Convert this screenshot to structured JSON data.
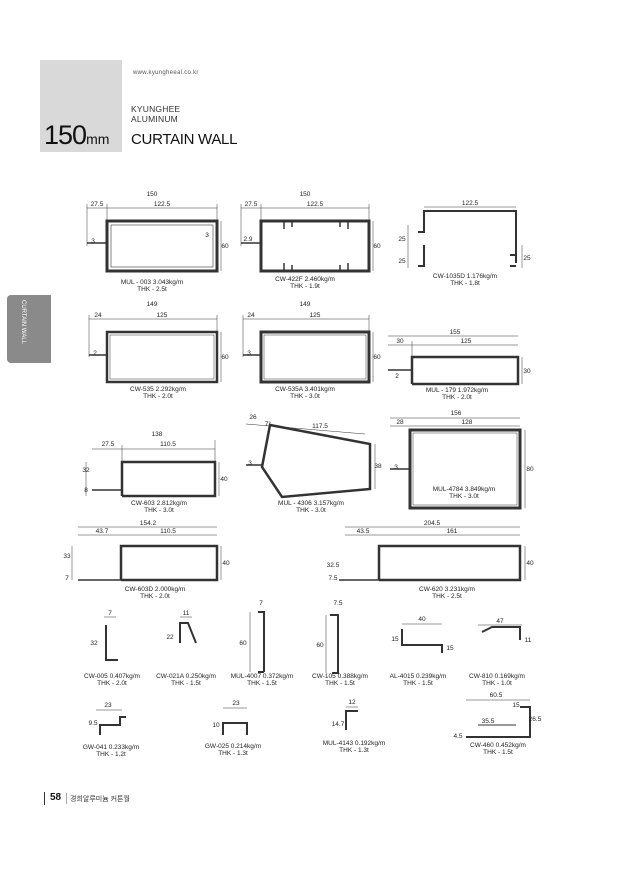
{
  "header": {
    "url": "www.kyungheeal.co.kr",
    "brand_line1": "KYUNGHEE",
    "brand_line2": "ALUMINUM",
    "size_number": "150",
    "size_unit": "mm",
    "title": "CURTAIN WALL"
  },
  "side_tab": {
    "label": "CURTAIN WALL"
  },
  "footer": {
    "page_number": "58",
    "company": "경희알루미늄 커튼월"
  },
  "profiles": [
    {
      "id": "mul003",
      "dims": [
        "150",
        "27.5",
        "122.5",
        "3",
        "3",
        "60"
      ],
      "name": "MUL - 003 3.043kg/m",
      "thk": "THK - 2.5t"
    },
    {
      "id": "cw422f",
      "dims": [
        "150",
        "27.5",
        "122.5",
        "2.9",
        "60"
      ],
      "name": "CW-422F 2.460kg/m",
      "thk": "THK - 1.9t"
    },
    {
      "id": "cw1035d",
      "dims": [
        "122.5",
        "25",
        "25",
        "25"
      ],
      "name": "CW-1035D 1.176kg/m",
      "thk": "THK - 1.8t"
    },
    {
      "id": "cw535",
      "dims": [
        "149",
        "24",
        "125",
        "2",
        "60"
      ],
      "name": "CW-535 2.292kg/m",
      "thk": "THK - 2.0t"
    },
    {
      "id": "cw535a",
      "dims": [
        "149",
        "24",
        "125",
        "3",
        "60"
      ],
      "name": "CW-535A 3.401kg/m",
      "thk": "THK - 3.0t"
    },
    {
      "id": "mul179",
      "dims": [
        "155",
        "30",
        "125",
        "2",
        "30"
      ],
      "name": "MUL - 179 1.972kg/m",
      "thk": "THK - 2.0t"
    },
    {
      "id": "cw603",
      "dims": [
        "138",
        "27.5",
        "110.5",
        "32",
        "40",
        "8"
      ],
      "name": "CW-603 2.812kg/m",
      "thk": "THK - 3.0t"
    },
    {
      "id": "mul4306",
      "dims": [
        "26",
        "7°",
        "117.5",
        "3",
        "38"
      ],
      "name": "MUL - 4306 3.157kg/m",
      "thk": "THK - 3.0t"
    },
    {
      "id": "mul4784",
      "dims": [
        "156",
        "28",
        "128",
        "3",
        "80"
      ],
      "name": "MUL-4784 3.849kg/m",
      "thk": "THK - 3.0t"
    },
    {
      "id": "cw603d",
      "dims": [
        "154.2",
        "43.7",
        "110.5",
        "33",
        "40",
        "7"
      ],
      "name": "CW-603D 2.000kg/m",
      "thk": "THK - 2.0t"
    },
    {
      "id": "cw620",
      "dims": [
        "204.5",
        "43.5",
        "161",
        "32.5",
        "40",
        "7.5"
      ],
      "name": "CW-620 3.231kg/m",
      "thk": "THK - 2.5t"
    },
    {
      "id": "cw005",
      "dims": [
        "7",
        "32"
      ],
      "name": "CW-005 0.407kg/m",
      "thk": "THK - 2.0t"
    },
    {
      "id": "cw021a",
      "dims": [
        "11",
        "22"
      ],
      "name": "CW-021A 0.250kg/m",
      "thk": "THK - 1.5t"
    },
    {
      "id": "mul4007",
      "dims": [
        "7",
        "60"
      ],
      "name": "MUL-4007 0.372kg/m",
      "thk": "THK - 1.5t"
    },
    {
      "id": "cw105",
      "dims": [
        "7.5",
        "60"
      ],
      "name": "CW-105 0.388kg/m",
      "thk": "THK - 1.5t"
    },
    {
      "id": "al4015",
      "dims": [
        "40",
        "15",
        "15"
      ],
      "name": "AL-4015 0.239kg/m",
      "thk": "THK - 1.5t"
    },
    {
      "id": "cw810",
      "dims": [
        "47",
        "11"
      ],
      "name": "CW-810 0.169kg/m",
      "thk": "THK - 1.0t"
    },
    {
      "id": "gw041",
      "dims": [
        "23",
        "9.5"
      ],
      "name": "GW-041 0.233kg/m",
      "thk": "THK - 1.2t"
    },
    {
      "id": "gw025",
      "dims": [
        "23",
        "10"
      ],
      "name": "GW-025 0.214kg/m",
      "thk": "THK - 1.3t"
    },
    {
      "id": "mul4143",
      "dims": [
        "12",
        "14.7"
      ],
      "name": "MUL-4143 0.192kg/m",
      "thk": "THK - 1.3t"
    },
    {
      "id": "cw460",
      "dims": [
        "60.5",
        "15",
        "35.5",
        "26.5",
        "4.5"
      ],
      "name": "CW-460 0.452kg/m",
      "thk": "THK - 1.5t"
    }
  ]
}
